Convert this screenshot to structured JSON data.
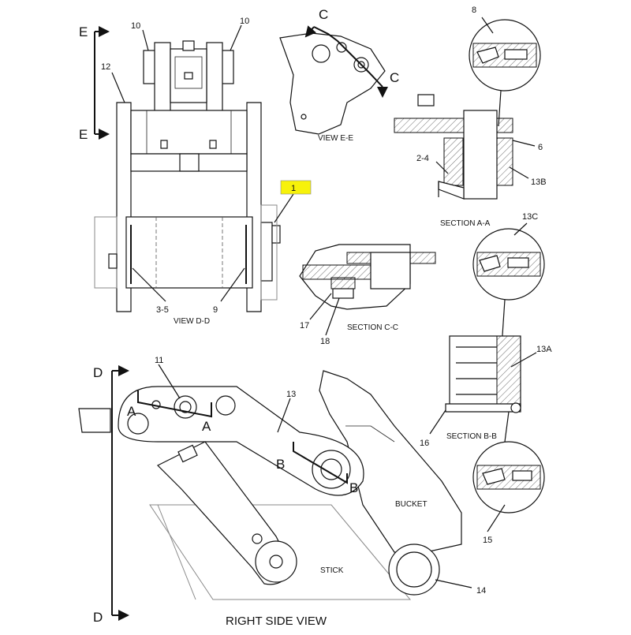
{
  "views": {
    "view_dd": "VIEW D-D",
    "view_ee": "VIEW E-E",
    "section_aa": "SECTION A-A",
    "section_bb": "SECTION B-B",
    "section_cc": "SECTION C-C",
    "right_side": "RIGHT SIDE VIEW"
  },
  "section_markers": {
    "a": "A",
    "b": "B",
    "c": "C",
    "d": "D",
    "e": "E"
  },
  "parts": {
    "bucket": "BUCKET",
    "stick": "STICK"
  },
  "callouts": {
    "p1": "1",
    "p2_4": "2-4",
    "p3_5": "3-5",
    "p6": "6",
    "p8": "8",
    "p9": "9",
    "p10": "10",
    "p11": "11",
    "p12": "12",
    "p13": "13",
    "p13a": "13A",
    "p13b": "13B",
    "p13c": "13C",
    "p14": "14",
    "p15": "15",
    "p16": "16",
    "p17": "17",
    "p18": "18"
  },
  "colors": {
    "highlight": "#f7f20a",
    "line": "#111111"
  }
}
